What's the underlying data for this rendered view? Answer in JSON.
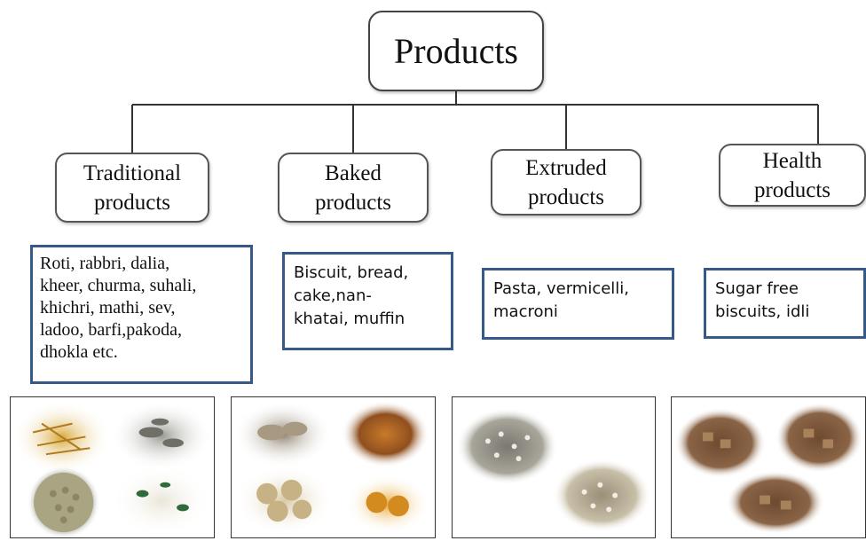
{
  "root": {
    "label": "Products"
  },
  "categories": [
    {
      "label": "Traditional\nproducts",
      "description": "Roti, rabbri, dalia,\nkheer, churma, suhali,\nkhichri, mathi, sev,\nladoo, barfi,pakoda,\ndhokla etc.",
      "photo_icon": "traditional-foods-photo"
    },
    {
      "label": "Baked\nproducts",
      "description": "Biscuit, bread,\ncake,nan-\nkhatai, muffin",
      "photo_icon": "baked-foods-photo"
    },
    {
      "label": "Extruded\nproducts",
      "description": "Pasta, vermicelli,\nmacroni",
      "photo_icon": "extruded-foods-photo"
    },
    {
      "label": "Health\nproducts",
      "description": "Sugar free\nbiscuits, idli",
      "photo_icon": "health-foods-photo"
    }
  ],
  "colors": {
    "box_border": "#444444",
    "description_border": "#355a8a",
    "connector": "#333333"
  }
}
